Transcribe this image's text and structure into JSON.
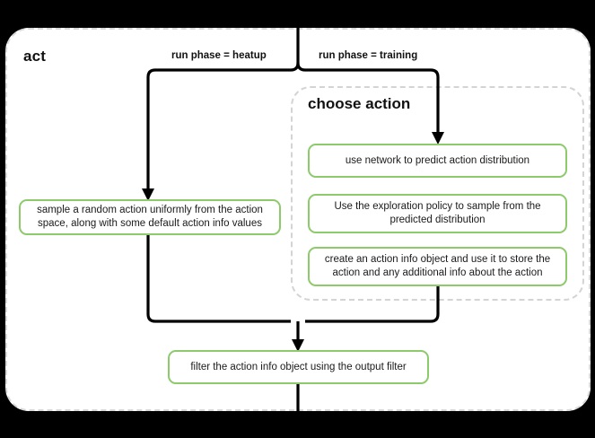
{
  "diagram": {
    "type": "flowchart",
    "title": "act",
    "background_color": "#000000",
    "card_color": "#ffffff",
    "accent_color": "#8dca6b",
    "edge_color": "#000000",
    "group": {
      "label": "choose action",
      "border_style": "dashed",
      "border_color": "#d4d4d4"
    },
    "edge_labels": {
      "heatup": "run phase = heatup",
      "training": "run phase = training"
    },
    "nodes": {
      "random_action": "sample a random action uniformly from the action space, along with some default action info values",
      "use_network": "use network to predict action distribution",
      "exploration_policy": "Use the exploration policy to sample from the predicted distribution",
      "create_action_info": "create an action info object and use it to store the action and any additional info about the action",
      "output_filter": "filter the action info object using the output filter"
    }
  }
}
